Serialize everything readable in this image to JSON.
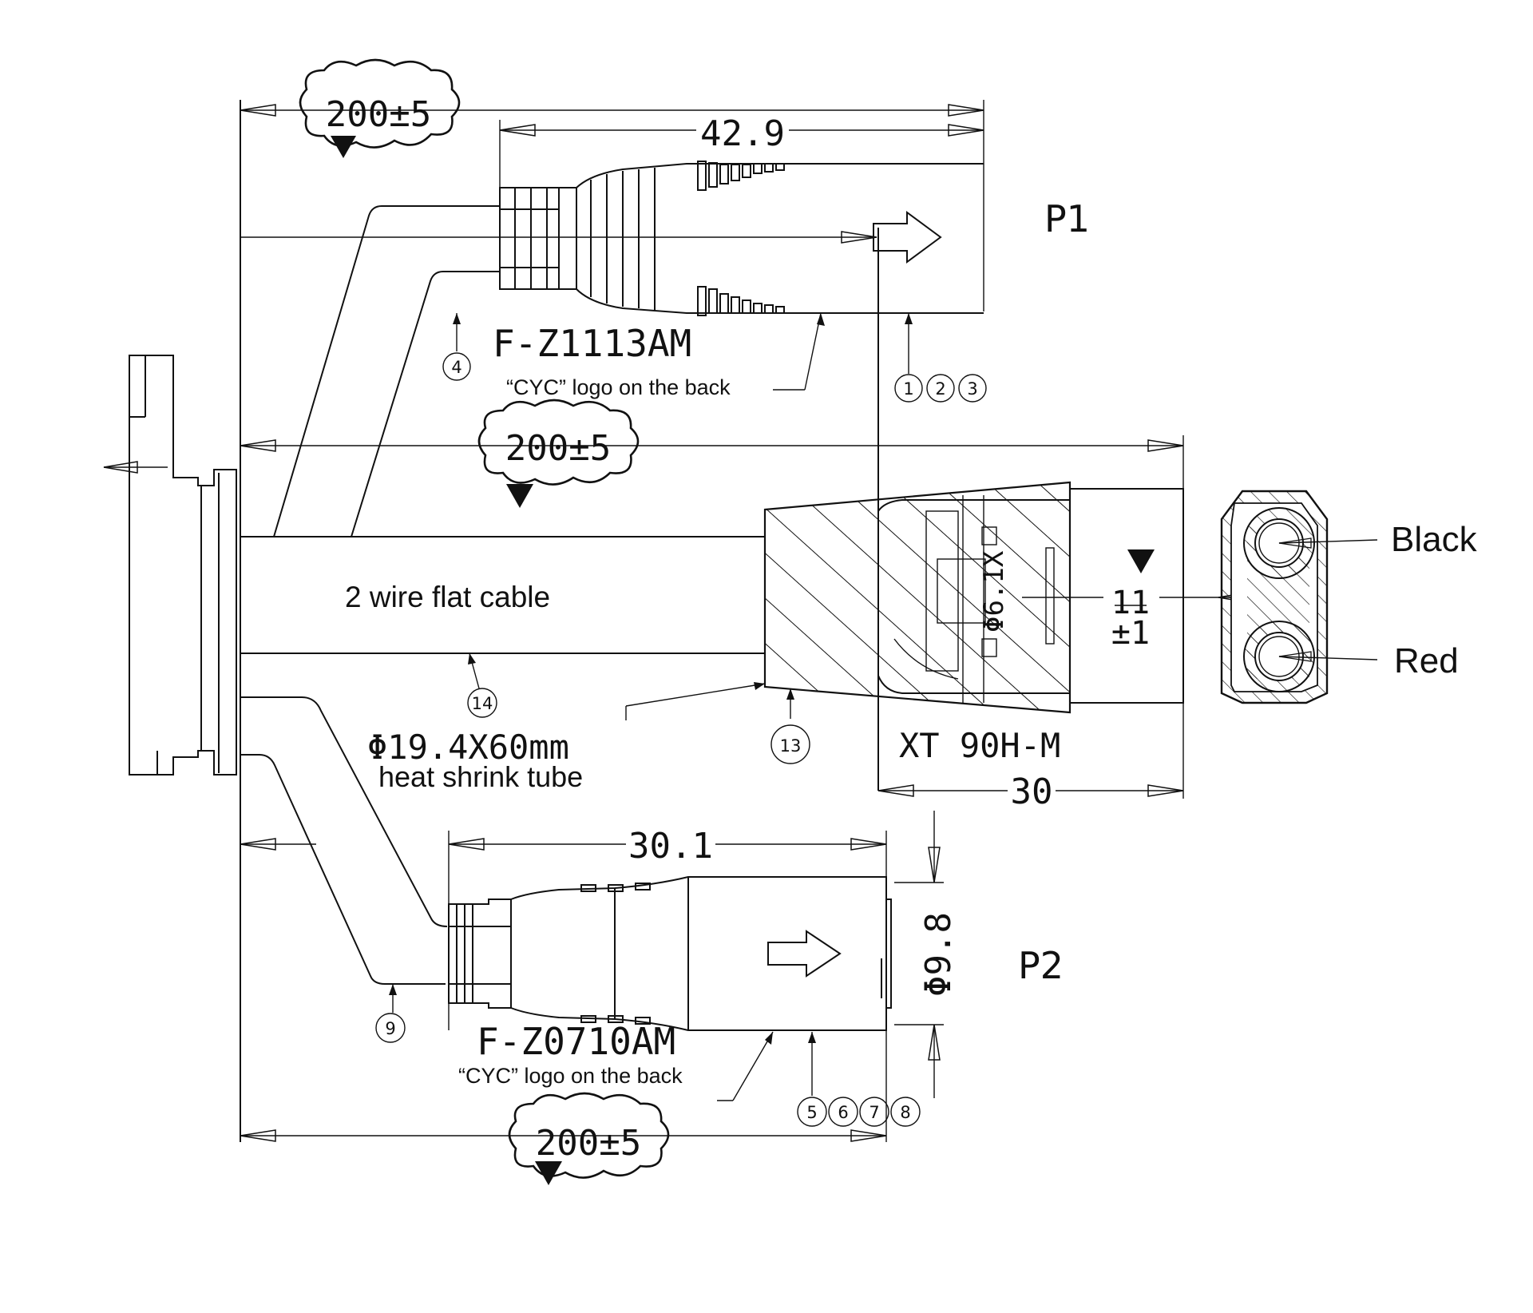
{
  "p1": {
    "label": "P1",
    "part_number": "F-Z1113AM",
    "logo_note": "“CYC” logo on the back",
    "length_dim": "42.9",
    "cable_length": "200±5",
    "balloons": [
      "1",
      "2",
      "3",
      "4"
    ]
  },
  "main": {
    "cable_length": "200±5",
    "cable_label": "2 wire flat cable",
    "tube_size": "Φ19.4X60mm",
    "tube_label": "heat shrink tube",
    "balloons": [
      "13",
      "14"
    ],
    "connector_part": "XT 90H-M",
    "connector_length": "30",
    "inner_dia": "Φ6.1X",
    "height_dim_top": "11",
    "height_dim_bottom": "±1"
  },
  "xt90_face": {
    "pin_top_label": "Black",
    "pin_bottom_label": "Red"
  },
  "p2": {
    "label": "P2",
    "part_number": "F-Z0710AM",
    "logo_note": "“CYC” logo on the back",
    "length_dim": "30.1",
    "diameter_dim": "Φ9.8",
    "cable_length": "200±5",
    "balloons": [
      "5",
      "6",
      "7",
      "8",
      "9"
    ]
  }
}
